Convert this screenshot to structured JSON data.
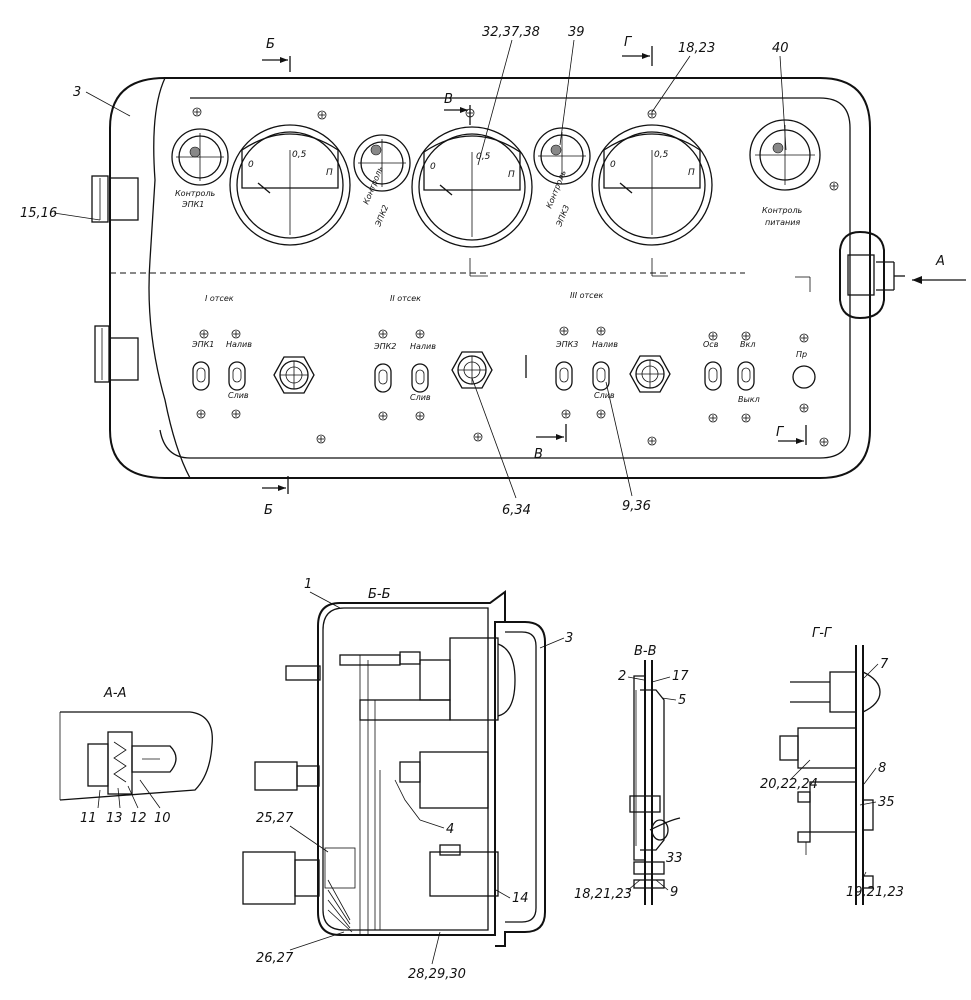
{
  "panel": {
    "dials": [
      {
        "zero": "0",
        "half": "0,5",
        "full": "П"
      },
      {
        "zero": "0",
        "half": "0,5",
        "full": "П"
      },
      {
        "zero": "0",
        "half": "0,5",
        "full": "П"
      }
    ],
    "lamp_labels": [
      {
        "line1": "Контроль",
        "line2": "ЭПК1"
      },
      {
        "line1": "Контроль",
        "line2": "ЭПК2"
      },
      {
        "line1": "Контроль",
        "line2": "ЭПК3"
      },
      {
        "line1": "Контроль",
        "line2": "питания"
      }
    ],
    "compartments": [
      "I отсек",
      "II отсек",
      "III отсек"
    ],
    "switch_labels": {
      "epk1": "ЭПК1",
      "epk2": "ЭПК2",
      "epk3": "ЭПК3",
      "naliv": "Налив",
      "sliv": "Слив",
      "osv": "Осв",
      "vkl": "Вкл",
      "vykl": "Выкл",
      "pr": "Пр"
    }
  },
  "section_marks": {
    "b": "Б",
    "v": "В",
    "g": "Г",
    "a": "А"
  },
  "callouts": {
    "c3": "3",
    "c1516": "15,16",
    "c323738": "32,37,38",
    "c39": "39",
    "c1823": "18,23",
    "c40": "40",
    "c634": "6,34",
    "c936": "9,36"
  },
  "views": {
    "aa": {
      "title": "А-А",
      "parts": [
        "11",
        "13",
        "12",
        "10"
      ]
    },
    "bb": {
      "title": "Б-Б",
      "parts": [
        "1",
        "3",
        "25,27",
        "4",
        "14",
        "26,27",
        "28,29,30"
      ]
    },
    "vv": {
      "title": "В-В",
      "parts": [
        "2",
        "17",
        "5",
        "33",
        "18,21,23",
        "9"
      ]
    },
    "gg": {
      "title": "Г-Г",
      "parts": [
        "7",
        "20,22,24",
        "8",
        "35",
        "19,21,23"
      ]
    }
  }
}
